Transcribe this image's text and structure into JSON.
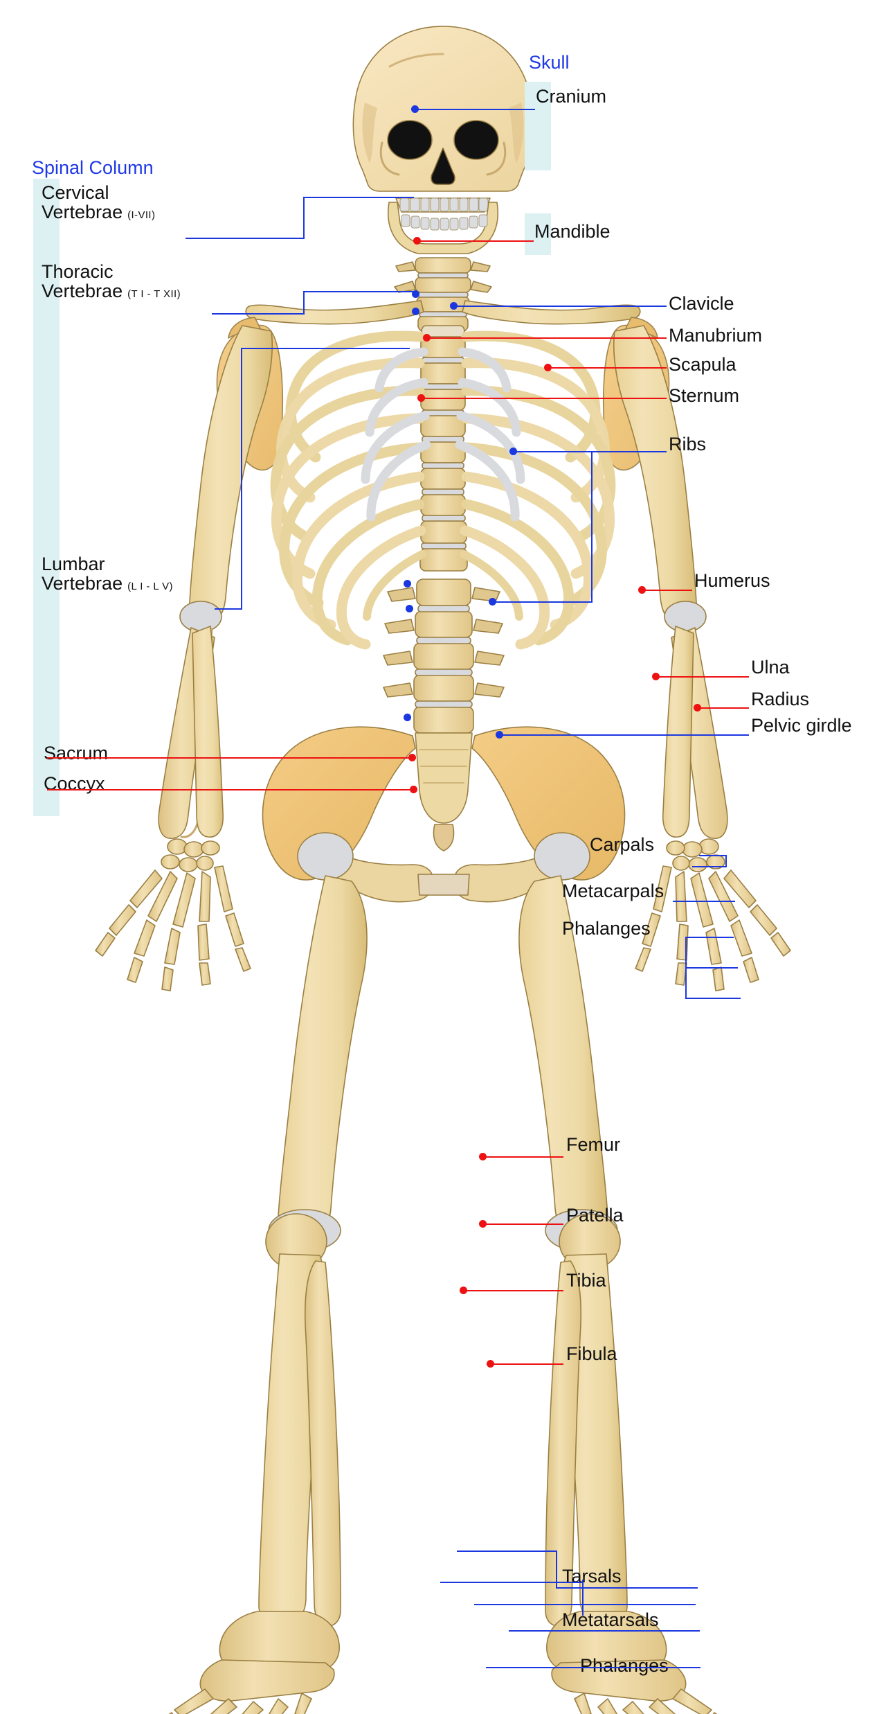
{
  "diagram": {
    "title": "Human Skeleton",
    "colors": {
      "group_label": "#1f39e8",
      "bone_label": "#111111",
      "blue_leader": "#1b38e0",
      "red_leader": "#ee1111",
      "highlight_box": "#ddf0f2",
      "bone_fill": "#edd9a3",
      "bone_shade": "#dcc07c",
      "bone_outline": "#9a7f43",
      "cartilage": "#d8dade",
      "pelvis_fill": "#f0c273"
    }
  },
  "group_labels": [
    {
      "id": "skull",
      "text": "Skull"
    },
    {
      "id": "spinal-column",
      "text": "Spinal Column"
    }
  ],
  "spine_labels": [
    {
      "id": "cervical",
      "name": "Cervical",
      "name2": "Vertebrae",
      "range": "(I-VII)"
    },
    {
      "id": "thoracic",
      "name": "Thoracic",
      "name2": "Vertebrae",
      "range": "(T I - T XII)"
    },
    {
      "id": "lumbar",
      "name": "Lumbar",
      "name2": "Vertebrae",
      "range": "(L I - L V)"
    }
  ],
  "bone_labels": [
    {
      "id": "cranium",
      "text": "Cranium",
      "leader": "blue"
    },
    {
      "id": "mandible",
      "text": "Mandible",
      "leader": "red"
    },
    {
      "id": "clavicle",
      "text": "Clavicle",
      "leader": "blue"
    },
    {
      "id": "manubrium",
      "text": "Manubrium",
      "leader": "red"
    },
    {
      "id": "scapula",
      "text": "Scapula",
      "leader": "red"
    },
    {
      "id": "sternum",
      "text": "Sternum",
      "leader": "red"
    },
    {
      "id": "ribs",
      "text": "Ribs",
      "leader": "blue"
    },
    {
      "id": "humerus",
      "text": "Humerus",
      "leader": "red"
    },
    {
      "id": "ulna",
      "text": "Ulna",
      "leader": "red"
    },
    {
      "id": "radius",
      "text": "Radius",
      "leader": "red"
    },
    {
      "id": "pelvic-girdle",
      "text": "Pelvic girdle",
      "leader": "blue"
    },
    {
      "id": "sacrum",
      "text": "Sacrum",
      "leader": "red"
    },
    {
      "id": "coccyx",
      "text": "Coccyx",
      "leader": "red"
    },
    {
      "id": "carpals",
      "text": "Carpals",
      "leader": "blue"
    },
    {
      "id": "metacarpals",
      "text": "Metacarpals",
      "leader": "blue"
    },
    {
      "id": "phalanges-hand",
      "text": "Phalanges",
      "leader": "blue"
    },
    {
      "id": "femur",
      "text": "Femur",
      "leader": "red"
    },
    {
      "id": "patella",
      "text": "Patella",
      "leader": "red"
    },
    {
      "id": "tibia",
      "text": "Tibia",
      "leader": "red"
    },
    {
      "id": "fibula",
      "text": "Fibula",
      "leader": "red"
    },
    {
      "id": "tarsals",
      "text": "Tarsals",
      "leader": "blue"
    },
    {
      "id": "metatarsals",
      "text": "Metatarsals",
      "leader": "blue"
    },
    {
      "id": "phalanges-foot",
      "text": "Phalanges",
      "leader": "blue"
    }
  ]
}
